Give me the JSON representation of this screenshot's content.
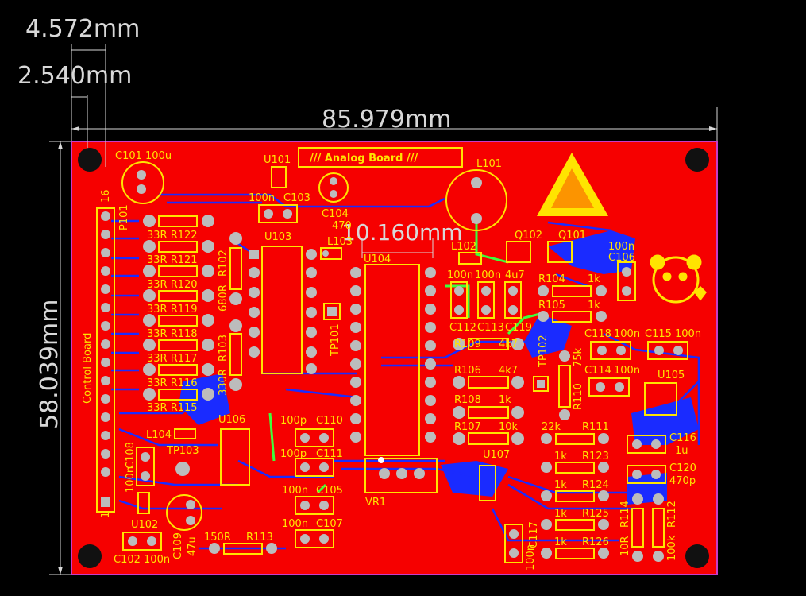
{
  "dimensions": {
    "d1": "4.572mm",
    "d2": "2.540mm",
    "width": "85.979mm",
    "height": "58.039mm",
    "pitch": "10.160mm"
  },
  "board": {
    "title": "/// Analog Board ///",
    "control_label": "Control Board",
    "header_ref": "P101",
    "header_pin_top": "16",
    "header_pin_bottom": "1"
  },
  "silkscreen": {
    "c101": "C101 100u",
    "u101": "U101",
    "c103_val": "100n",
    "c103": "C103",
    "c104": "C104",
    "c104_val": "470",
    "l101": "L101",
    "l103": "L103",
    "u103": "U103",
    "u104": "U104",
    "r102": "R102",
    "r102_val": "680R",
    "r103": "R103",
    "r103_val": "330R",
    "tp101": "TP101",
    "l102": "L102",
    "q102": "Q102",
    "q101": "Q101",
    "c106_val": "100n",
    "c106": "C106",
    "c112_val": "100n",
    "c113_val": "100n",
    "c119_val": "4u7",
    "c112": "C112",
    "c113": "C113",
    "c119": "C119",
    "r104": "R104",
    "r104_val": "1k",
    "r105": "R105",
    "r105_val": "1k",
    "c118": "C118",
    "c118_val": "100n",
    "c115": "C115",
    "c115_val": "100n",
    "r109": "R109",
    "r109_val": "4k7",
    "tp102": "TP102",
    "r106": "R106",
    "r106_val": "4k7",
    "r110": "R110",
    "r110_val": "75k",
    "c114": "C114",
    "c114_val": "100n",
    "u105": "U105",
    "r108": "R108",
    "r108_val": "1k",
    "r107": "R107",
    "r107_val": "10k",
    "r111_val": "22k",
    "r111": "R111",
    "c116": "C116",
    "c116_val": "1u",
    "u107": "U107",
    "r123_val": "1k",
    "r123": "R123",
    "c120": "C120",
    "c120_val": "470p",
    "r124_val": "1k",
    "r124": "R124",
    "r125_val": "1k",
    "r125": "R125",
    "r114": "R114",
    "r114_val": "10R",
    "r112": "R112",
    "r112_val": "100k",
    "r126_val": "1k",
    "r126": "R126",
    "c117": "C117",
    "c117_val": "100n",
    "vr1": "VR1",
    "u106": "U106",
    "c110_val": "100p",
    "c110": "C110",
    "c111_val": "100p",
    "c111": "C111",
    "c105_val": "100n",
    "c105": "C105",
    "c107_val": "100n",
    "c107": "C107",
    "l104": "L104",
    "c108": "C108",
    "c108_val": "100n",
    "tp103": "TP103",
    "u102": "U102",
    "c102": "C102 100n",
    "c109": "C109",
    "c109_val": "47u",
    "r113_val": "150R",
    "r113": "R113",
    "r115": "33R R115",
    "r116": "33R R116",
    "r117": "33R R117",
    "r118": "33R R118",
    "r119": "33R R119",
    "r120": "33R R120",
    "r121": "33R R121",
    "r122": "33R R122"
  },
  "colors": {
    "board": "#f60000",
    "silk": "#ffe400",
    "pad": "#bcbcbc",
    "bottom_copper": "#1a2bff",
    "outline": "#c83cc8",
    "highlight": "#3cff3c"
  },
  "icons": {
    "esd": "esd-warning-icon",
    "panda": "panda-logo-icon"
  }
}
